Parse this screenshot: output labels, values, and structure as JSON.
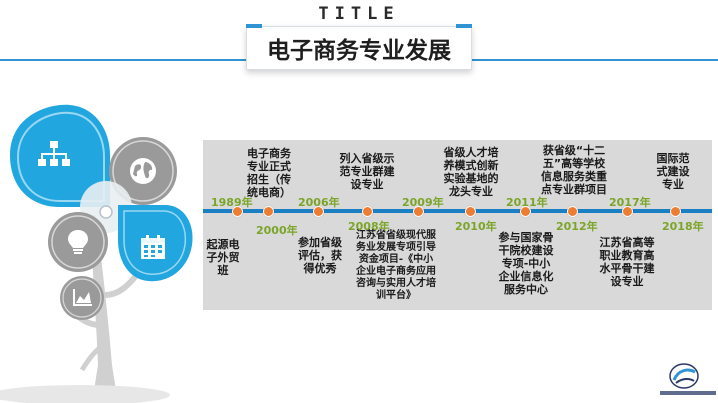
{
  "header": {
    "kicker": "TITLE",
    "title": "电子商务专业发展"
  },
  "timeline": {
    "points": [
      {
        "year": "1989年",
        "text": "起源电子外贸班",
        "lines": [
          "起源电",
          "子外贸",
          "班"
        ]
      },
      {
        "year": "2000年",
        "text": "电子商务专业正式招生（传统电商）",
        "lines": [
          "电子商务",
          "专业正式",
          "招生（传",
          "统电商）"
        ]
      },
      {
        "year": "2006年",
        "text": "参加省级评估，获得优秀",
        "lines": [
          "参加省级",
          "评估，获",
          "得优秀"
        ]
      },
      {
        "year": "2008年",
        "text": "列入省级示范专业群建设专业",
        "lines": [
          "列入省级示",
          "范专业群建",
          "设专业"
        ]
      },
      {
        "year": "2009年",
        "text": "江苏省省级现代服务业发展专项引导资金项目-《中小企业电子商务应用咨询与实用人才培训平台》",
        "lines": [
          "江苏省省级现代服",
          "务业发展专项引导",
          "资金项目-《中小",
          "企业电子商务应用",
          "咨询与实用人才培",
          "训平台》"
        ]
      },
      {
        "year": "2010年",
        "text": "省级人才培养模式创新实验基地的龙头专业",
        "lines": [
          "省级人才培",
          "养模式创新",
          "实验基地的",
          "龙头专业"
        ]
      },
      {
        "year": "2011年",
        "text": "参与国家骨干院校建设专项-中小企业信息化服务中心",
        "lines": [
          "参与国家骨",
          "干院校建设",
          "专项-中小",
          "企业信息化",
          "服务中心"
        ]
      },
      {
        "year": "2012年",
        "text": "获省级“十二五”高等学校信息服务类重点专业群项目",
        "lines": [
          "获省级“十二",
          "五”高等学校",
          "信息服务类重",
          "点专业群项目"
        ]
      },
      {
        "year": "2017年",
        "text": "江苏省高等职业教育高水平骨干建设专业",
        "lines": [
          "江苏省高等",
          "职业教育高",
          "水平骨干建",
          "设专业"
        ]
      },
      {
        "year": "2018年",
        "text": "国际范式建设专业",
        "lines": [
          "国际范",
          "式建设",
          "专业"
        ]
      }
    ]
  },
  "icons": [
    "hierarchy-icon",
    "globe-icon",
    "lightbulb-icon",
    "calendar-icon",
    "chart-icon"
  ],
  "colors": {
    "accent_blue": "#2f93d4",
    "timeline_blue": "#1b7fc4",
    "dot_orange": "#ee7d31",
    "year_green": "#7ba529",
    "panel_gray": "#d9d9d9"
  }
}
